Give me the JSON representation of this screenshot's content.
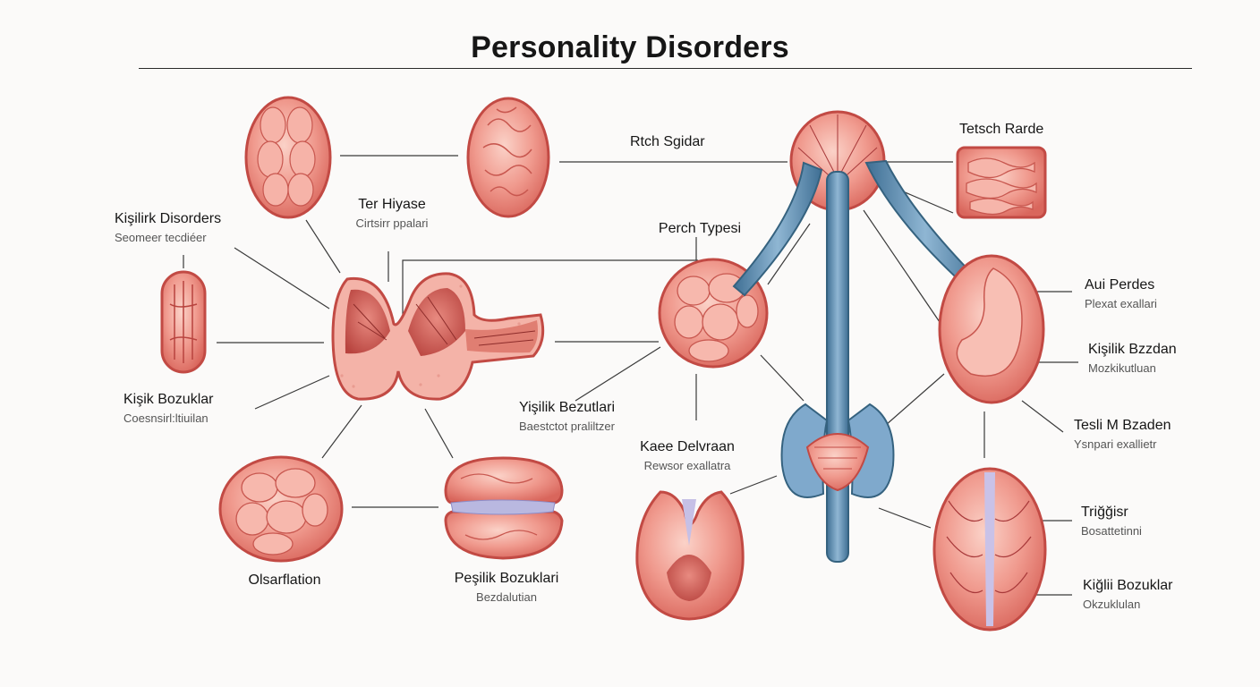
{
  "diagram": {
    "title": "Personality Disorders",
    "labels": [
      {
        "id": "kisilik-disorders",
        "title": "Kişilirk Disorders",
        "subtitle": "Seomeer tecdiéer"
      },
      {
        "id": "ter-hiyase",
        "title": "Ter Hiyase",
        "subtitle": "Cirtsirr ppalari"
      },
      {
        "id": "rtch-sgidar",
        "title": "Rtch Sgidar",
        "subtitle": ""
      },
      {
        "id": "terch-rarde",
        "title": "Tetsch Rarde",
        "subtitle": ""
      },
      {
        "id": "perch-types",
        "title": "Perch Typesi",
        "subtitle": ""
      },
      {
        "id": "kisik-bozuklar",
        "title": "Kişik Bozuklar",
        "subtitle": "Coesnsirl:ltiuilan"
      },
      {
        "id": "yisilik-bezutari",
        "title": "Yişilik Bezutlari",
        "subtitle": "Baestctot praliltzer"
      },
      {
        "id": "kaee-delvraan",
        "title": "Kaee Delvraan",
        "subtitle": "Rewsor exallatra"
      },
      {
        "id": "aui-perdes",
        "title": "Aui Perdes",
        "subtitle": "Plexat exallari"
      },
      {
        "id": "kisilik-bzzdan",
        "title": "Kişilik Bzzdan",
        "subtitle": "Mozkikutluan"
      },
      {
        "id": "tesli-m-bzaden",
        "title": "Tesli M Bzaden",
        "subtitle": "Ysnpari exallietr"
      },
      {
        "id": "olsarflation",
        "title": "Olsarflation",
        "subtitle": ""
      },
      {
        "id": "pesilik-bozuklari",
        "title": "Peşilik Bozuklari",
        "subtitle": "Bezdalutian"
      },
      {
        "id": "triggisr",
        "title": "Triğğisr",
        "subtitle": "Bosattetinni"
      },
      {
        "id": "kilii-bozuklar",
        "title": "Kiğlii Bozuklar",
        "subtitle": "Okzuklulan"
      }
    ]
  }
}
